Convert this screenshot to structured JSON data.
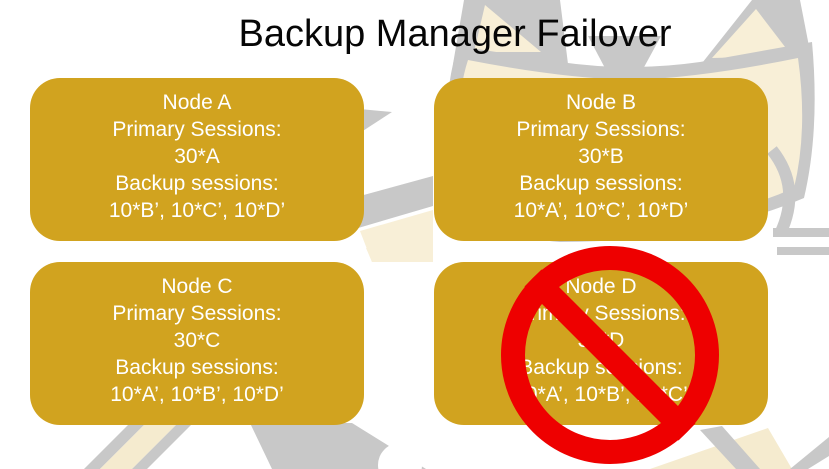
{
  "title": "Backup Manager Failover",
  "colors": {
    "node_box_gold": "#D1A31F",
    "node_text": "#FFFFFF",
    "title_text": "#060606",
    "prohibition_red": "#EE0000",
    "watermark_gray": "#C8C8C8",
    "watermark_cream": "#F8EFD7"
  },
  "nodes": [
    {
      "name": "Node A",
      "primary_sessions_label": "Primary Sessions:",
      "primary_sessions_value": "30*A",
      "backup_sessions_label": "Backup sessions:",
      "backup_sessions_value": "10*B’, 10*C’, 10*D’",
      "status": "active"
    },
    {
      "name": "Node B",
      "primary_sessions_label": "Primary Sessions:",
      "primary_sessions_value": "30*B",
      "backup_sessions_label": "Backup sessions:",
      "backup_sessions_value": "10*A’, 10*C’, 10*D’",
      "status": "active"
    },
    {
      "name": "Node C",
      "primary_sessions_label": "Primary Sessions:",
      "primary_sessions_value": "30*C",
      "backup_sessions_label": "Backup sessions:",
      "backup_sessions_value": "10*A’, 10*B’, 10*D’",
      "status": "active"
    },
    {
      "name": "Node D",
      "primary_sessions_label": "Primary Sessions:",
      "primary_sessions_value": "30*D",
      "backup_sessions_label": "Backup sessions:",
      "backup_sessions_value": "10*A’, 10*B’, 10*C’",
      "status": "crossed-out"
    }
  ],
  "prohibition_sign": {
    "target_node": "Node D",
    "color": "#EE0000"
  },
  "watermark_name": "apache-tomcat-logo"
}
